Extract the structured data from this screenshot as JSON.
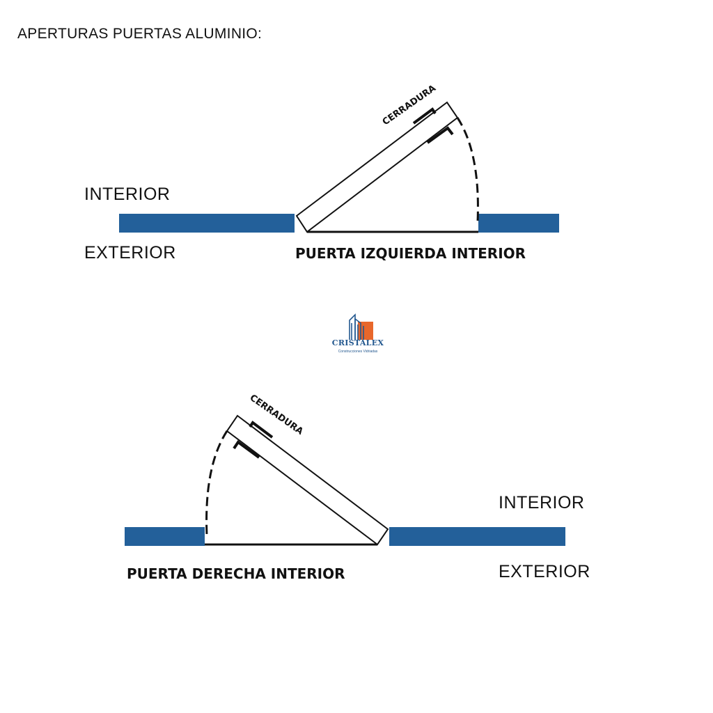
{
  "title": "APERTURAS PUERTAS ALUMINIO:",
  "colors": {
    "wall": "#23609a",
    "line": "#111111",
    "accent": "#e8672b"
  },
  "door_left": {
    "interior_label": "INTERIOR",
    "exterior_label": "EXTERIOR",
    "caption": "PUERTA IZQUIERDA INTERIOR",
    "lock_label": "CERRADURA"
  },
  "door_right": {
    "interior_label": "INTERIOR",
    "exterior_label": "EXTERIOR",
    "caption": "PUERTA DERECHA INTERIOR",
    "lock_label": "CERRADURA"
  },
  "logo": {
    "name": "CRISTALEX",
    "tagline": "Construcciones Vidriadas"
  }
}
